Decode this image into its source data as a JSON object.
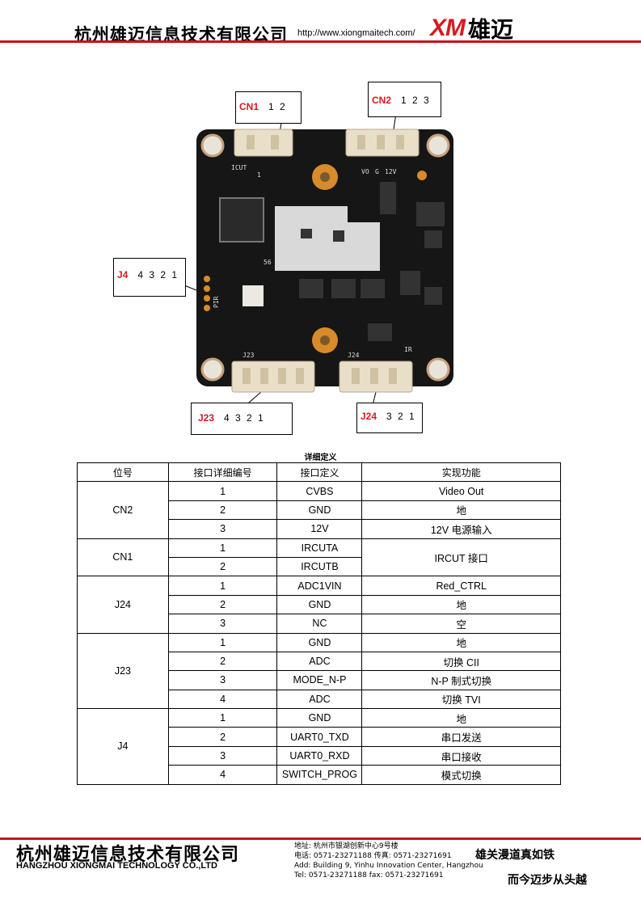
{
  "header": {
    "company": "杭州雄迈信息技术有限公司",
    "url": "http://www.xiongmaitech.com/",
    "logo_mark": "XM",
    "logo_cn": "雄迈"
  },
  "board": {
    "silkscreen": {
      "icut": "ICUT",
      "vo": "VO",
      "g": "G",
      "v12": "12V",
      "pin1": "1",
      "j23": "J23",
      "j24": "J24",
      "ir": "IR",
      "n56": "56",
      "pir": "PIR"
    },
    "callouts": [
      {
        "label": "CN1",
        "pins": "1 2"
      },
      {
        "label": "CN2",
        "pins": "1 2 3"
      },
      {
        "label": "J4",
        "pins": "4 3 2 1"
      },
      {
        "label": "J23",
        "pins": "4 3 2 1"
      },
      {
        "label": "J24",
        "pins": "3 2 1"
      }
    ]
  },
  "table": {
    "title": "详细定义",
    "headers": [
      "位号",
      "接口详细编号",
      "接口定义",
      "实现功能"
    ],
    "groups": [
      {
        "name": "CN2",
        "rows": [
          {
            "no": "1",
            "def": "CVBS",
            "func": "Video Out"
          },
          {
            "no": "2",
            "def": "GND",
            "func": "地"
          },
          {
            "no": "3",
            "def": "12V",
            "func": "12V 电源输入"
          }
        ]
      },
      {
        "name": "CN1",
        "rows": [
          {
            "no": "1",
            "def": "IRCUTA",
            "func": "IRCUT 接口"
          },
          {
            "no": "2",
            "def": "IRCUTB",
            "func": ""
          }
        ]
      },
      {
        "name": "J24",
        "rows": [
          {
            "no": "1",
            "def": "ADC1VIN",
            "func": "Red_CTRL"
          },
          {
            "no": "2",
            "def": "GND",
            "func": "地"
          },
          {
            "no": "3",
            "def": "NC",
            "func": "空"
          }
        ]
      },
      {
        "name": "J23",
        "rows": [
          {
            "no": "1",
            "def": "GND",
            "func": "地"
          },
          {
            "no": "2",
            "def": "ADC",
            "func": "切换 CII"
          },
          {
            "no": "3",
            "def": "MODE_N-P",
            "func": "N-P 制式切换"
          },
          {
            "no": "4",
            "def": "ADC",
            "func": "切换 TVI"
          }
        ]
      },
      {
        "name": "J4",
        "rows": [
          {
            "no": "1",
            "def": "GND",
            "func": "地"
          },
          {
            "no": "2",
            "def": "UART0_TXD",
            "func": "串口发送"
          },
          {
            "no": "3",
            "def": "UART0_RXD",
            "func": "串口接收"
          },
          {
            "no": "4",
            "def": "SWITCH_PROG",
            "func": "模式切换"
          }
        ]
      }
    ]
  },
  "footer": {
    "company_cn": "杭州雄迈信息技术有限公司",
    "company_en": "HANGZHOU XIONGMAI TECHNOLOGY CO.,LTD",
    "addr_cn": "地址: 杭州市银湖创新中心9号楼",
    "tel_cn": "电话: 0571-23271188  传真: 0571-23271691",
    "addr_en": "Add: Building 9, Yinhu Innovation Center, Hangzhou",
    "tel_en": "Tel: 0571-23271188  fax: 0571-23271691",
    "slogan1": "雄关漫道真如铁",
    "slogan2": "而今迈步从头越"
  },
  "colors": {
    "brand_red": "#d71920",
    "rule_red": "#c5151b",
    "pcb_black": "#161616",
    "connector": "#e9dfc9",
    "pad_gold": "#d98a2b"
  }
}
